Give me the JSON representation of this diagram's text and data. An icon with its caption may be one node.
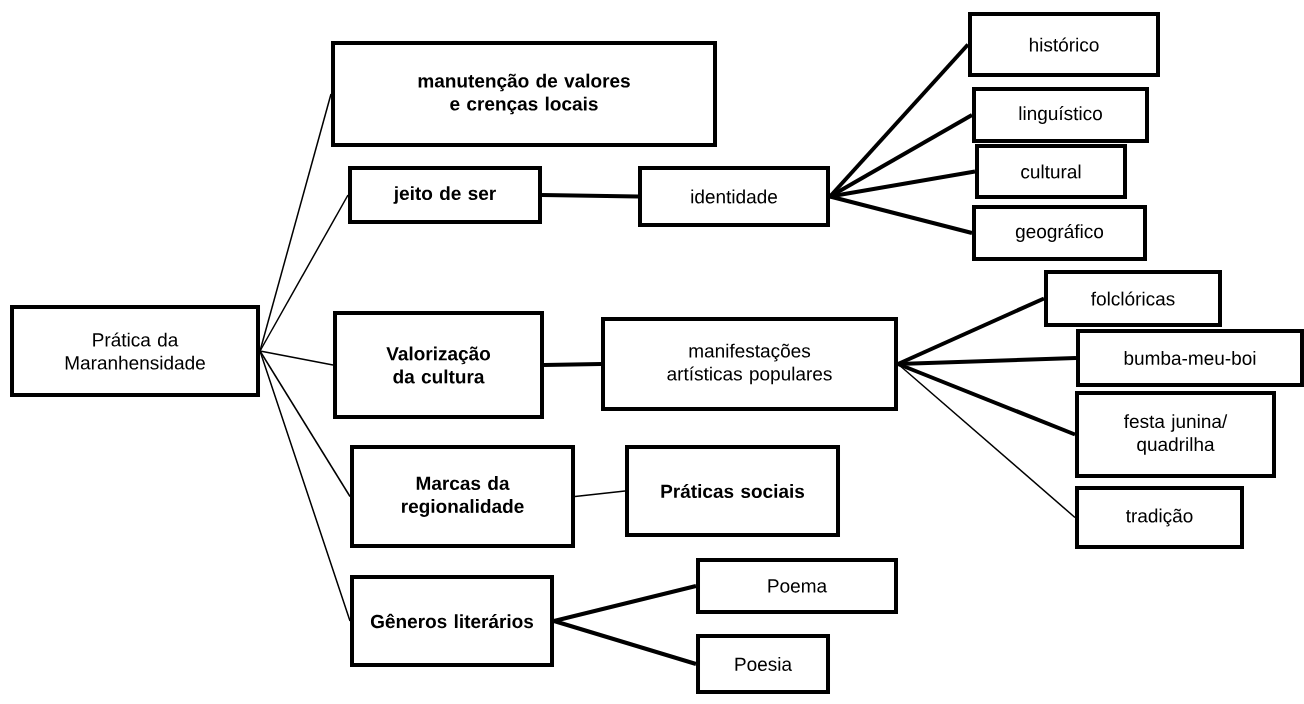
{
  "diagram": {
    "nodes": [
      {
        "text": [
          "Prática da Maranhensidade"
        ]
      },
      {
        "text": [
          "manutenção de valores e crenças locais"
        ]
      },
      {
        "text": [
          "jeito de ser"
        ]
      },
      {
        "text": [
          "identidade"
        ]
      },
      {
        "text": [
          "histórico"
        ]
      },
      {
        "text": [
          "linguístico"
        ]
      },
      {
        "text": [
          "cultural"
        ]
      },
      {
        "text": [
          "geográfico"
        ]
      },
      {
        "text": [
          "Valorização da cultura"
        ]
      },
      {
        "text": [
          "manifestações artísticas populares"
        ]
      },
      {
        "text": [
          "folclóricas"
        ]
      },
      {
        "text": [
          "bumba-meu-boi"
        ]
      },
      {
        "text": [
          "festa junina/ quadrilha"
        ]
      },
      {
        "text": [
          "tradição"
        ]
      },
      {
        "text": [
          "Marcas da regionalidade"
        ]
      },
      {
        "text": [
          "Práticas sociais"
        ]
      },
      {
        "text": [
          "Gêneros literários"
        ]
      },
      {
        "text": [
          "Poema"
        ]
      },
      {
        "text": [
          "Poesia"
        ]
      }
    ],
    "edges": [
      {
        "from": 0,
        "to": 1,
        "arrow": "none"
      },
      {
        "from": 0,
        "to": 2,
        "arrow": "none"
      },
      {
        "from": 0,
        "to": 8,
        "arrow": "none"
      },
      {
        "from": 0,
        "to": 14,
        "arrow": "none"
      },
      {
        "from": 0,
        "to": 16,
        "arrow": "none"
      },
      {
        "from": 2,
        "to": 3,
        "arrow": "none"
      },
      {
        "from": 3,
        "to": 4,
        "arrow": "none"
      },
      {
        "from": 3,
        "to": 5,
        "arrow": "none"
      },
      {
        "from": 3,
        "to": 6,
        "arrow": "none"
      },
      {
        "from": 3,
        "to": 7,
        "arrow": "none"
      },
      {
        "from": 8,
        "to": 9,
        "arrow": "none"
      },
      {
        "from": 9,
        "to": 10,
        "arrow": "none"
      },
      {
        "from": 9,
        "to": 11,
        "arrow": "none"
      },
      {
        "from": 9,
        "to": 12,
        "arrow": "none"
      },
      {
        "from": 9,
        "to": 13,
        "arrow": "none"
      },
      {
        "from": 14,
        "to": 15,
        "arrow": "none"
      },
      {
        "from": 16,
        "to": 17,
        "arrow": "none"
      },
      {
        "from": 16,
        "to": 18,
        "arrow": "none"
      }
    ]
  }
}
